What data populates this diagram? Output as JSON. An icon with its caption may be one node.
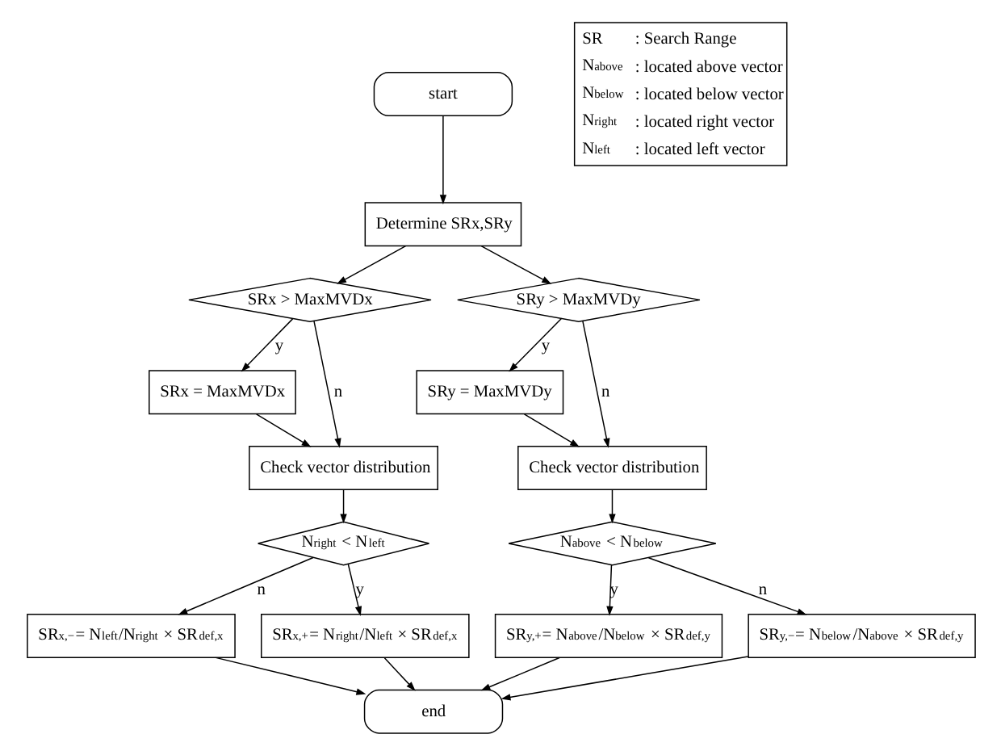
{
  "diagram": {
    "nodes": [
      {
        "text": [
          "start"
        ]
      },
      {
        "text": [
          "Determine SRx,SRy"
        ]
      },
      {
        "text": [
          "SRx > MaxMVDx"
        ]
      },
      {
        "text": [
          "SRy > MaxMVDy"
        ]
      },
      {
        "text": [
          "SRx = MaxMVDx"
        ]
      },
      {
        "text": [
          "SRy = MaxMVDy"
        ]
      },
      {
        "text": [
          "Check vector distribution"
        ]
      },
      {
        "text": [
          "Check vector distribution"
        ]
      },
      {
        "text": [
          "N$_{right}$ < N$_{left}$"
        ]
      },
      {
        "text": [
          "N$_{above}$ < N$_{below}$"
        ]
      },
      {
        "text": [
          "SR$_{x,−}$= N$_{left}$/N$_{right}$ × SR$_{def,x}$"
        ]
      },
      {
        "text": [
          "SR$_{x,+}$= N$_{right}$/N$_{left}$ × SR$_{def,x}$"
        ]
      },
      {
        "text": [
          "SR$_{y,+}$= N$_{above}$/N$_{below}$ × SR$_{def,y}$"
        ]
      },
      {
        "text": [
          "SR$_{y,−}$= N$_{below}$/N$_{above}$ × SR$_{def,y}$"
        ]
      },
      {
        "text": [
          "end"
        ]
      }
    ],
    "edges": [
      {
        "from": 0,
        "to": 1,
        "arrow": "to"
      },
      {
        "from": 1,
        "to": 2,
        "arrow": "to"
      },
      {
        "from": 1,
        "to": 3,
        "arrow": "to"
      },
      {
        "from": 2,
        "to": 4,
        "label": "y",
        "arrow": "to"
      },
      {
        "from": 2,
        "to": 6,
        "label": "n",
        "arrow": "to"
      },
      {
        "from": 3,
        "to": 5,
        "label": "y",
        "arrow": "to"
      },
      {
        "from": 3,
        "to": 7,
        "label": "n",
        "arrow": "to"
      },
      {
        "from": 4,
        "to": 6,
        "arrow": "to"
      },
      {
        "from": 5,
        "to": 7,
        "arrow": "to"
      },
      {
        "from": 6,
        "to": 8,
        "arrow": "to"
      },
      {
        "from": 7,
        "to": 9,
        "arrow": "to"
      },
      {
        "from": 8,
        "to": 10,
        "label": "n",
        "arrow": "to"
      },
      {
        "from": 8,
        "to": 11,
        "label": "y",
        "arrow": "to"
      },
      {
        "from": 9,
        "to": 12,
        "label": "y",
        "arrow": "to"
      },
      {
        "from": 9,
        "to": 13,
        "label": "n",
        "arrow": "to"
      },
      {
        "from": 10,
        "to": 14,
        "arrow": "to"
      },
      {
        "from": 11,
        "to": 14,
        "arrow": "to"
      },
      {
        "from": 12,
        "to": 14,
        "arrow": "to"
      },
      {
        "from": 13,
        "to": 14,
        "arrow": "to"
      }
    ],
    "labels": [
      "SR",
      ": Search Range",
      "N$_{above}$",
      ": located above vector",
      "N$_{below}$",
      ": located below vector",
      "N$_{right}$",
      ": located right vector",
      "N$_{left}$",
      ": located left vector"
    ]
  }
}
